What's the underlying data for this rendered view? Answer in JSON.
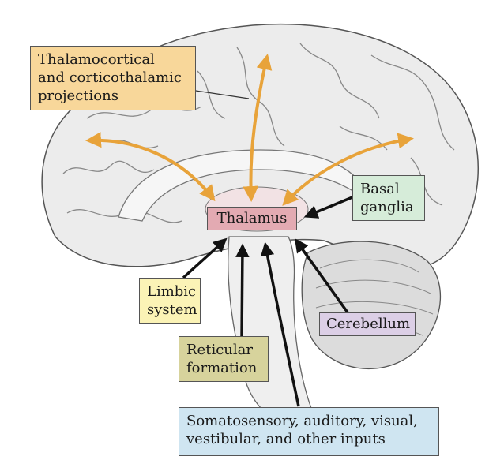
{
  "colors": {
    "projection_arrow": "#e8a33a",
    "input_arrow": "#111111",
    "thalamus_fill": "#e3aab2",
    "cortex_fill": "#ececec",
    "brain_outline": "#555555"
  },
  "labels": {
    "thalamocortical": [
      "Thalamocortical",
      "and corticothalamic",
      "projections"
    ],
    "thalamus": "Thalamus",
    "basal_ganglia": [
      "Basal",
      "ganglia"
    ],
    "limbic_system": [
      "Limbic",
      "system"
    ],
    "cerebellum": "Cerebellum",
    "reticular_formation": [
      "Reticular",
      "formation"
    ],
    "inputs": [
      "Somatosensory, auditory, visual,",
      "vestibular, and other inputs"
    ]
  }
}
